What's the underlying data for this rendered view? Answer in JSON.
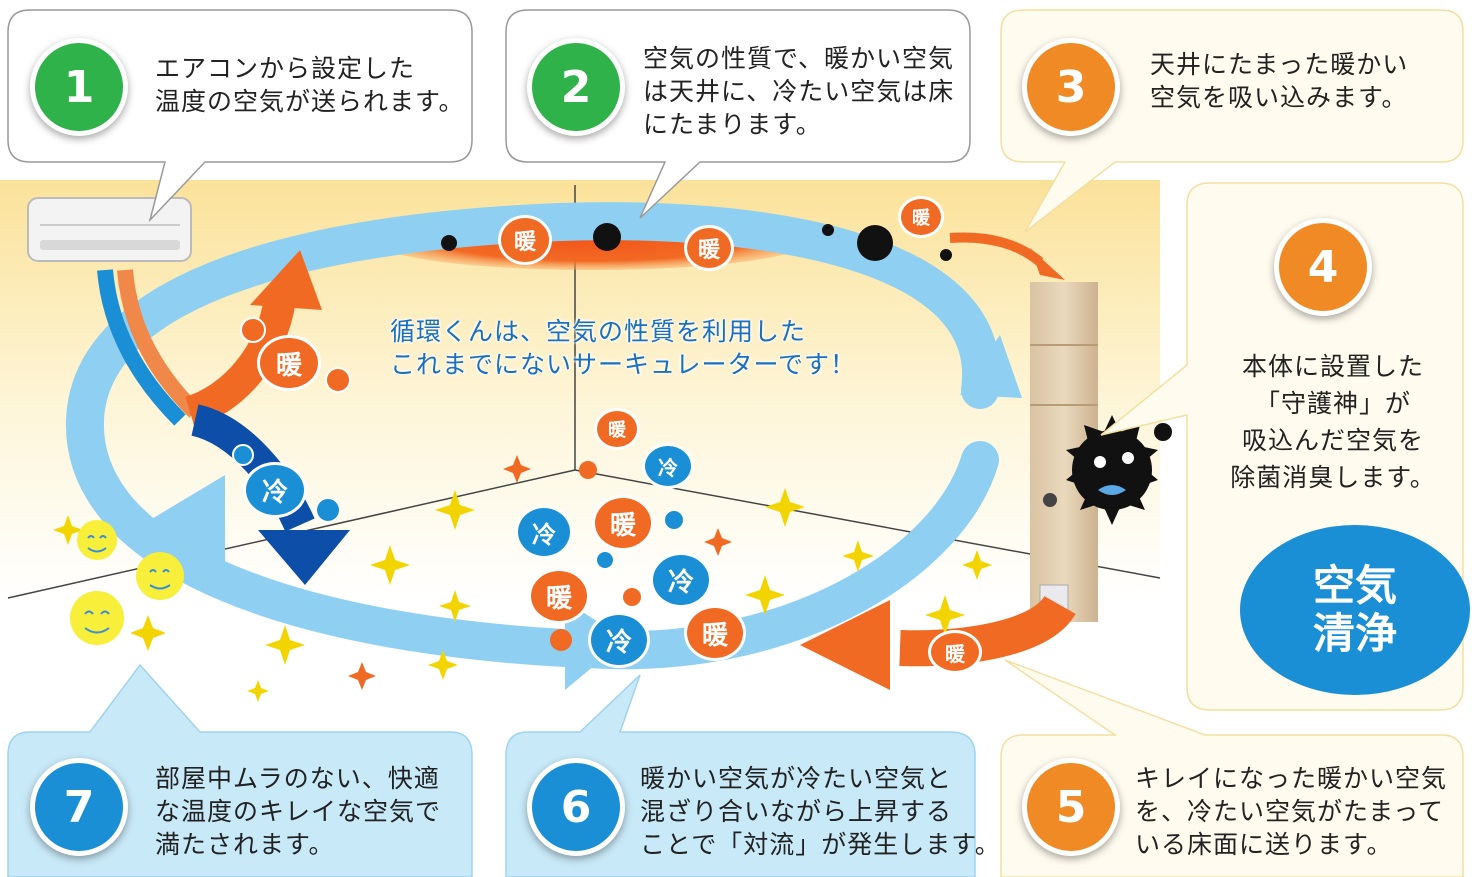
{
  "steps": [
    {
      "number": "1",
      "text": "エアコンから設定した\n温度の空気が送られます。",
      "color": "#2fb24a"
    },
    {
      "number": "2",
      "text": "空気の性質で、暖かい空気\nは天井に、冷たい空気は床\nにたまります。",
      "color": "#2fb24a"
    },
    {
      "number": "3",
      "text": "天井にたまった暖かい\n空気を吸い込みます。",
      "color": "#f08a24"
    },
    {
      "number": "4",
      "text": "本体に設置した\n「守護神」が\n吸込んだ空気を\n除菌消臭します。",
      "color": "#f08a24"
    },
    {
      "number": "5",
      "text": "キレイになった暖かい空気\nを、冷たい空気がたまって\nいる床面に送ります。",
      "color": "#f08a24"
    },
    {
      "number": "6",
      "text": "暖かい空気が冷たい空気と\n混ざり合いながら上昇する\nことで「対流」が発生します。",
      "color": "#1a8fd6"
    },
    {
      "number": "7",
      "text": "部屋中ムラのない、快適\nな温度のキレイな空気で\n満たされます。",
      "color": "#1a8fd6"
    }
  ],
  "center_caption": "循環くんは、空気の性質を利用した\nこれまでにないサーキュレーターです！",
  "air_clean_label": "空気\n清浄",
  "warm_label": "暖",
  "cold_label": "冷",
  "colors": {
    "warm": "#f06a24",
    "cold": "#1a8fd6",
    "loop": "#8fd0f2",
    "cold_arrow": "#0d4fa8",
    "room_back": "#fbe9a8",
    "green_badge": "#2fb24a",
    "orange_badge": "#f08a24",
    "blue_badge": "#1a8fd6"
  },
  "icons": [
    "air-conditioner-icon",
    "circulator-icon",
    "germ-icon",
    "smiley-icon",
    "sparkle-icon"
  ]
}
